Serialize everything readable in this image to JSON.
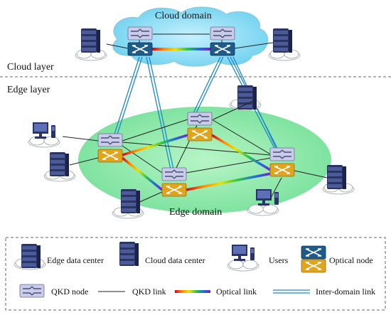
{
  "labels": {
    "cloud_domain": "Cloud domain",
    "cloud_layer": "Cloud layer",
    "edge_layer": "Edge layer",
    "edge_domain": "Edge domain"
  },
  "legend": {
    "edge_dc": "Edge data center",
    "cloud_dc": "Cloud data center",
    "users": "Users",
    "optical_node": "Optical node",
    "qkd_node": "QKD node",
    "qkd_link": "QKD link",
    "optical_link": "Optical link",
    "inter_domain_link": "Inter-domain link"
  },
  "colors": {
    "cloud_fill": "#7fd8f0",
    "edge_fill": "#7fe3a0",
    "optical_cloud": "#1e5a8a",
    "optical_edge": "#e0a51c",
    "qkd_fill": "#c9cbe8",
    "inter_domain": "#1e88c8",
    "server": "#2a3566"
  }
}
